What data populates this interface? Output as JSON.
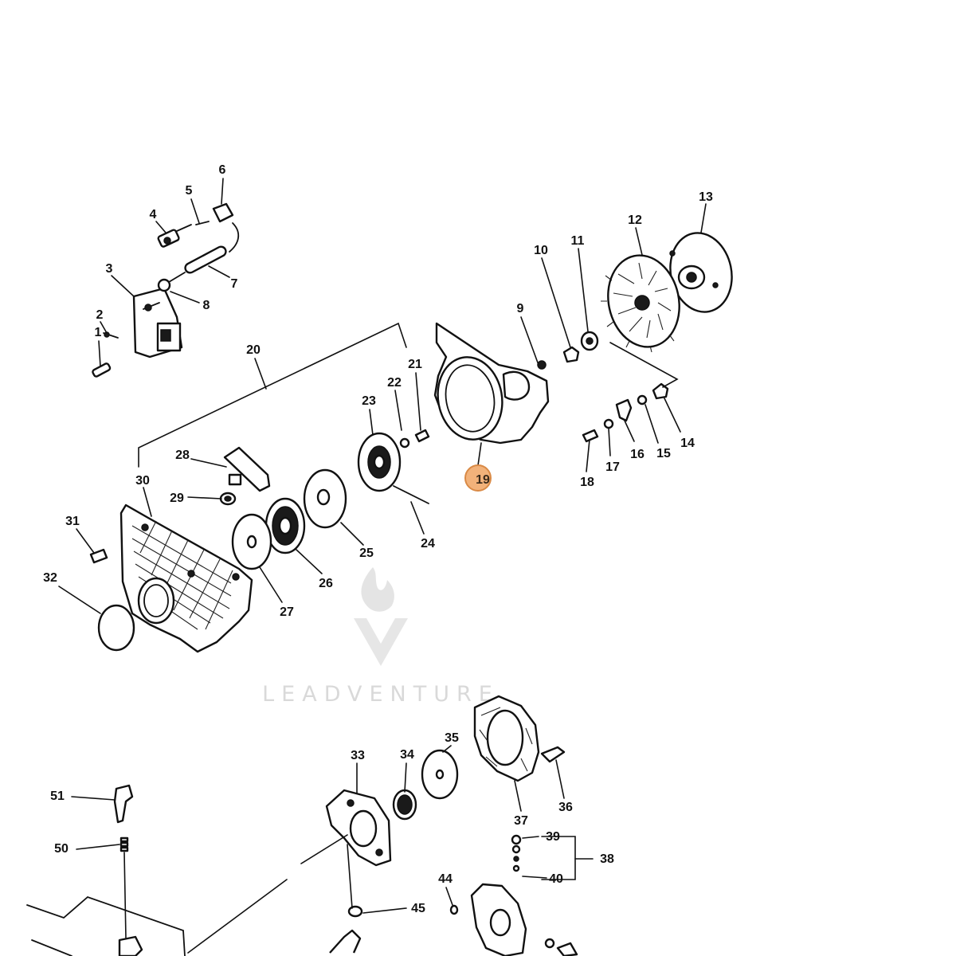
{
  "diagram": {
    "watermark": "LEADVENTURE",
    "highlighted_callout": "19",
    "highlight_color": "#f2b27a",
    "highlight_stroke": "#d98a46",
    "callouts": {
      "c1": "1",
      "c2": "2",
      "c3": "3",
      "c4": "4",
      "c5": "5",
      "c6": "6",
      "c7": "7",
      "c8": "8",
      "c9": "9",
      "c10": "10",
      "c11": "11",
      "c12": "12",
      "c13": "13",
      "c14": "14",
      "c15": "15",
      "c16": "16",
      "c17": "17",
      "c18": "18",
      "c19": "19",
      "c20": "20",
      "c21": "21",
      "c22": "22",
      "c23": "23",
      "c24": "24",
      "c25": "25",
      "c26": "26",
      "c27": "27",
      "c28": "28",
      "c29": "29",
      "c30": "30",
      "c31": "31",
      "c32": "32",
      "c33": "33",
      "c34": "34",
      "c35": "35",
      "c36": "36",
      "c37": "37",
      "c38": "38",
      "c39": "39",
      "c40": "40",
      "c44": "44",
      "c45": "45",
      "c50": "50",
      "c51": "51"
    }
  }
}
